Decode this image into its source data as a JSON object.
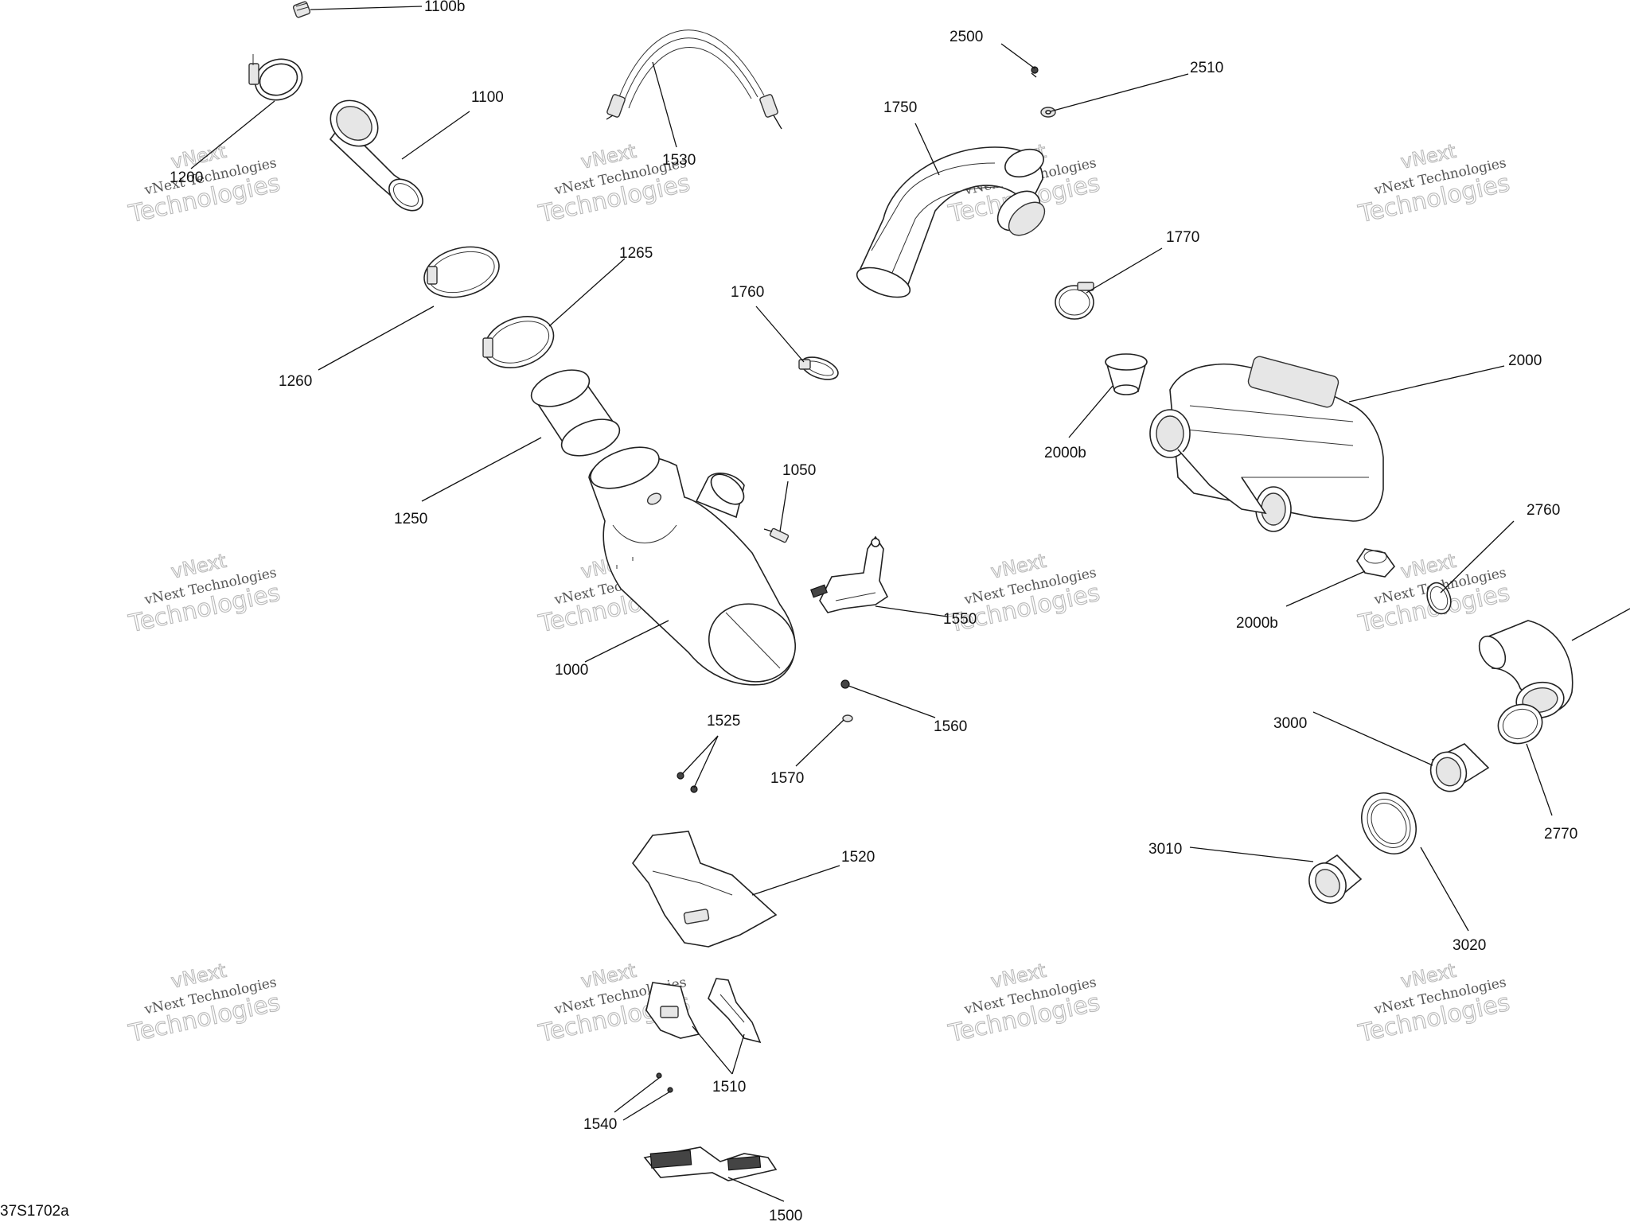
{
  "drawing_id": "37S1702a",
  "watermark": {
    "line1": "vNext Technologies",
    "line2": "Technologies",
    "line3": "vNext"
  },
  "callouts": {
    "c1100b": "1100b",
    "c1100": "1100",
    "c1200": "1200",
    "c1530": "1530",
    "c2500": "2500",
    "c2510": "2510",
    "c1750": "1750",
    "c1770": "1770",
    "c1260": "1260",
    "c1265": "1265",
    "c1760": "1760",
    "c2000": "2000",
    "c2000b_top": "2000b",
    "c1250": "1250",
    "c1050": "1050",
    "c1550": "1550",
    "c2760": "2760",
    "c2000b_bottom": "2000b",
    "c1000": "1000",
    "c1560": "1560",
    "c1525": "1525",
    "c1570": "1570",
    "c3000": "3000",
    "c2770": "2770",
    "c3010": "3010",
    "c1520": "1520",
    "c3020": "3020",
    "c1510": "1510",
    "c1540": "1540",
    "c1500": "1500"
  }
}
